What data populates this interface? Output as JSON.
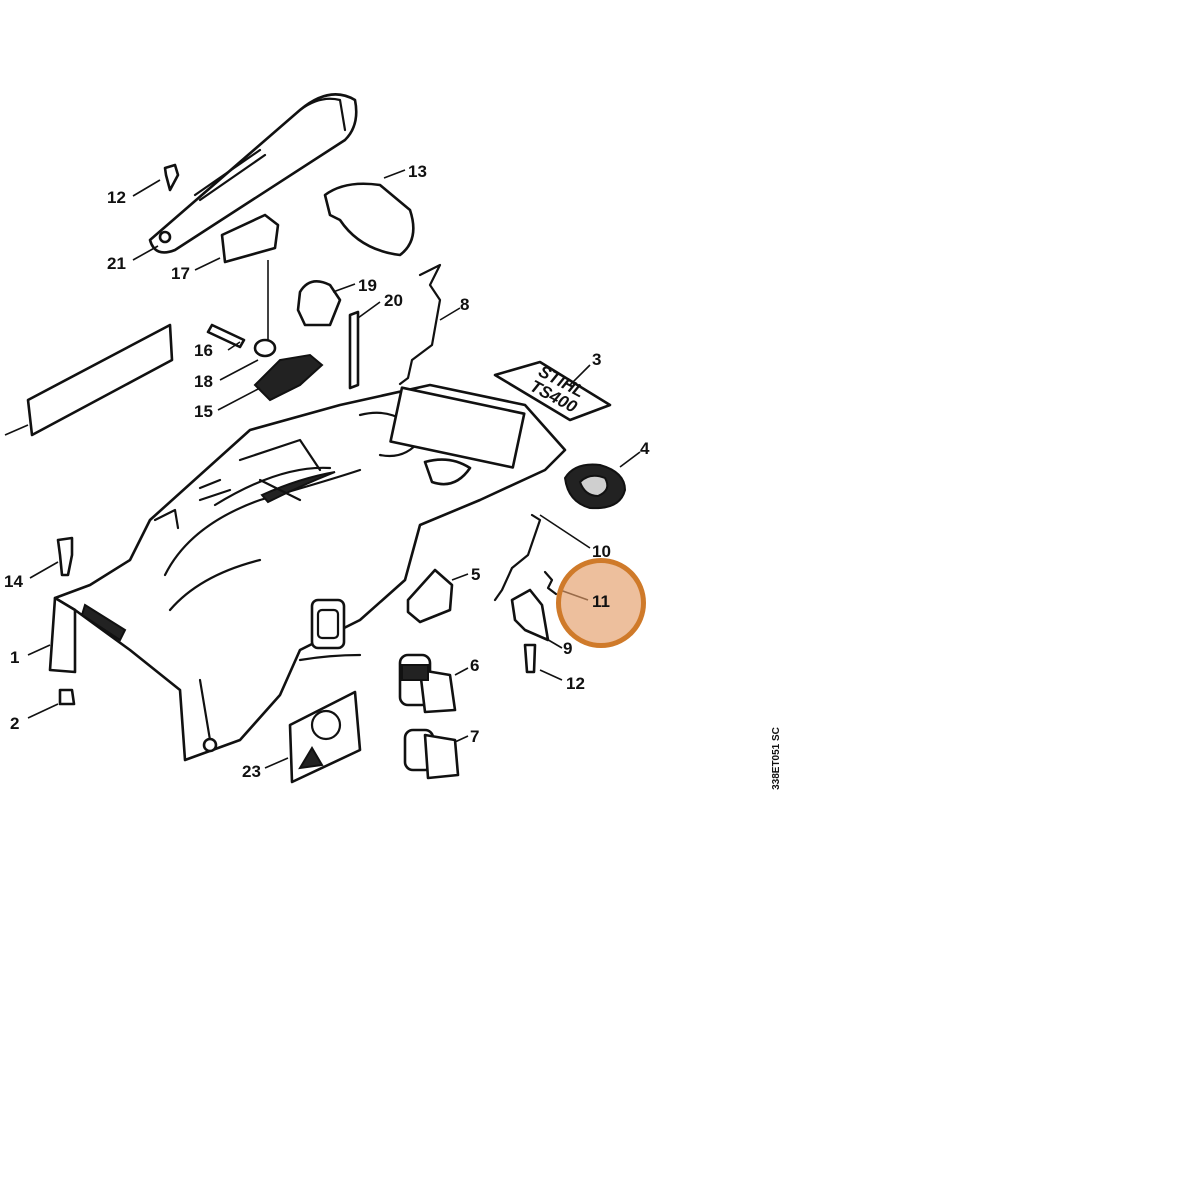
{
  "diagram": {
    "drawing_code": "338ET051 SC",
    "plate": {
      "line1": "STIHL",
      "line2": "TS400"
    },
    "highlighted_part": "11",
    "labels": [
      {
        "id": "12a",
        "text": "12"
      },
      {
        "id": "13",
        "text": "13"
      },
      {
        "id": "21",
        "text": "21"
      },
      {
        "id": "17",
        "text": "17"
      },
      {
        "id": "19",
        "text": "19"
      },
      {
        "id": "20",
        "text": "20"
      },
      {
        "id": "8",
        "text": "8"
      },
      {
        "id": "16",
        "text": "16"
      },
      {
        "id": "18",
        "text": "18"
      },
      {
        "id": "15",
        "text": "15"
      },
      {
        "id": "3",
        "text": "3"
      },
      {
        "id": "4",
        "text": "4"
      },
      {
        "id": "10",
        "text": "10"
      },
      {
        "id": "11",
        "text": "11"
      },
      {
        "id": "5",
        "text": "5"
      },
      {
        "id": "9",
        "text": "9"
      },
      {
        "id": "12b",
        "text": "12"
      },
      {
        "id": "14",
        "text": "14"
      },
      {
        "id": "1",
        "text": "1"
      },
      {
        "id": "6",
        "text": "6"
      },
      {
        "id": "2",
        "text": "2"
      },
      {
        "id": "7",
        "text": "7"
      },
      {
        "id": "23",
        "text": "23"
      }
    ],
    "highlight_color": "#cf7a2a"
  }
}
